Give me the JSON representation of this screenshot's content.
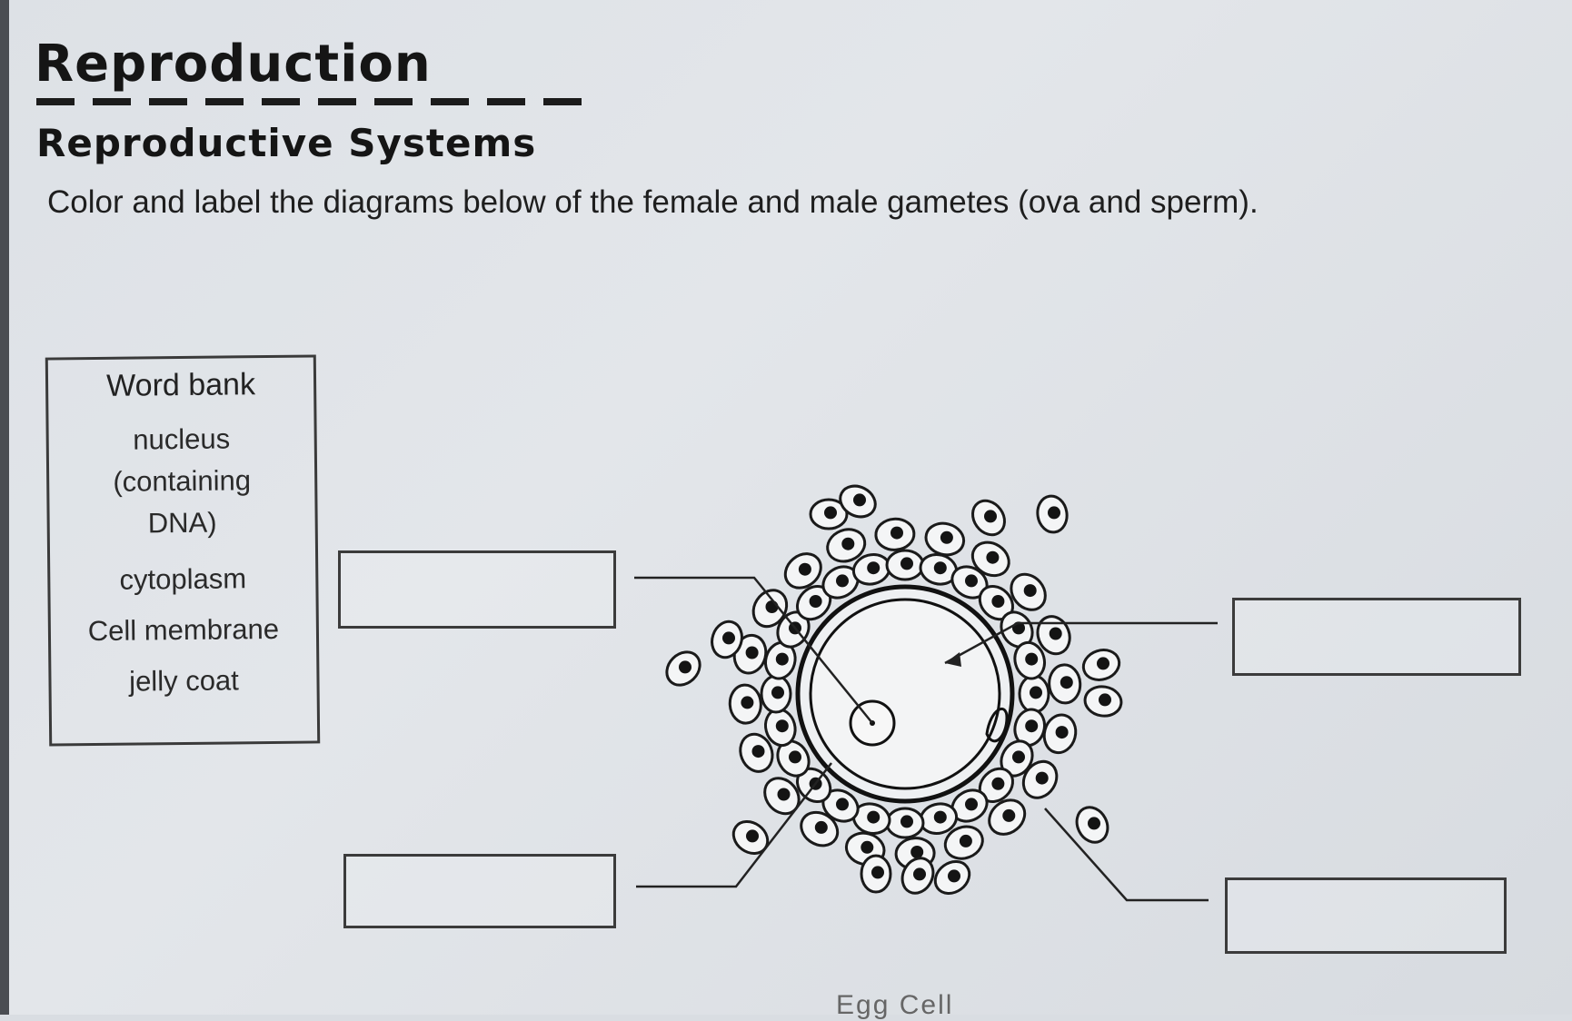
{
  "header": {
    "title": "Reproduction",
    "subtitle": "Reproductive Systems",
    "instruction": "Color and label the diagrams below of the female and male gametes (ova and sperm)."
  },
  "word_bank": {
    "title": "Word bank",
    "items": [
      "nucleus",
      "(containing",
      "DNA)",
      "cytoplasm",
      "Cell membrane",
      "jelly coat"
    ]
  },
  "diagram": {
    "caption": "Egg Cell",
    "label_boxes": [
      {
        "id": "top-left",
        "value": ""
      },
      {
        "id": "bottom-left",
        "value": ""
      },
      {
        "id": "top-right",
        "value": ""
      },
      {
        "id": "bottom-right",
        "value": ""
      }
    ]
  }
}
